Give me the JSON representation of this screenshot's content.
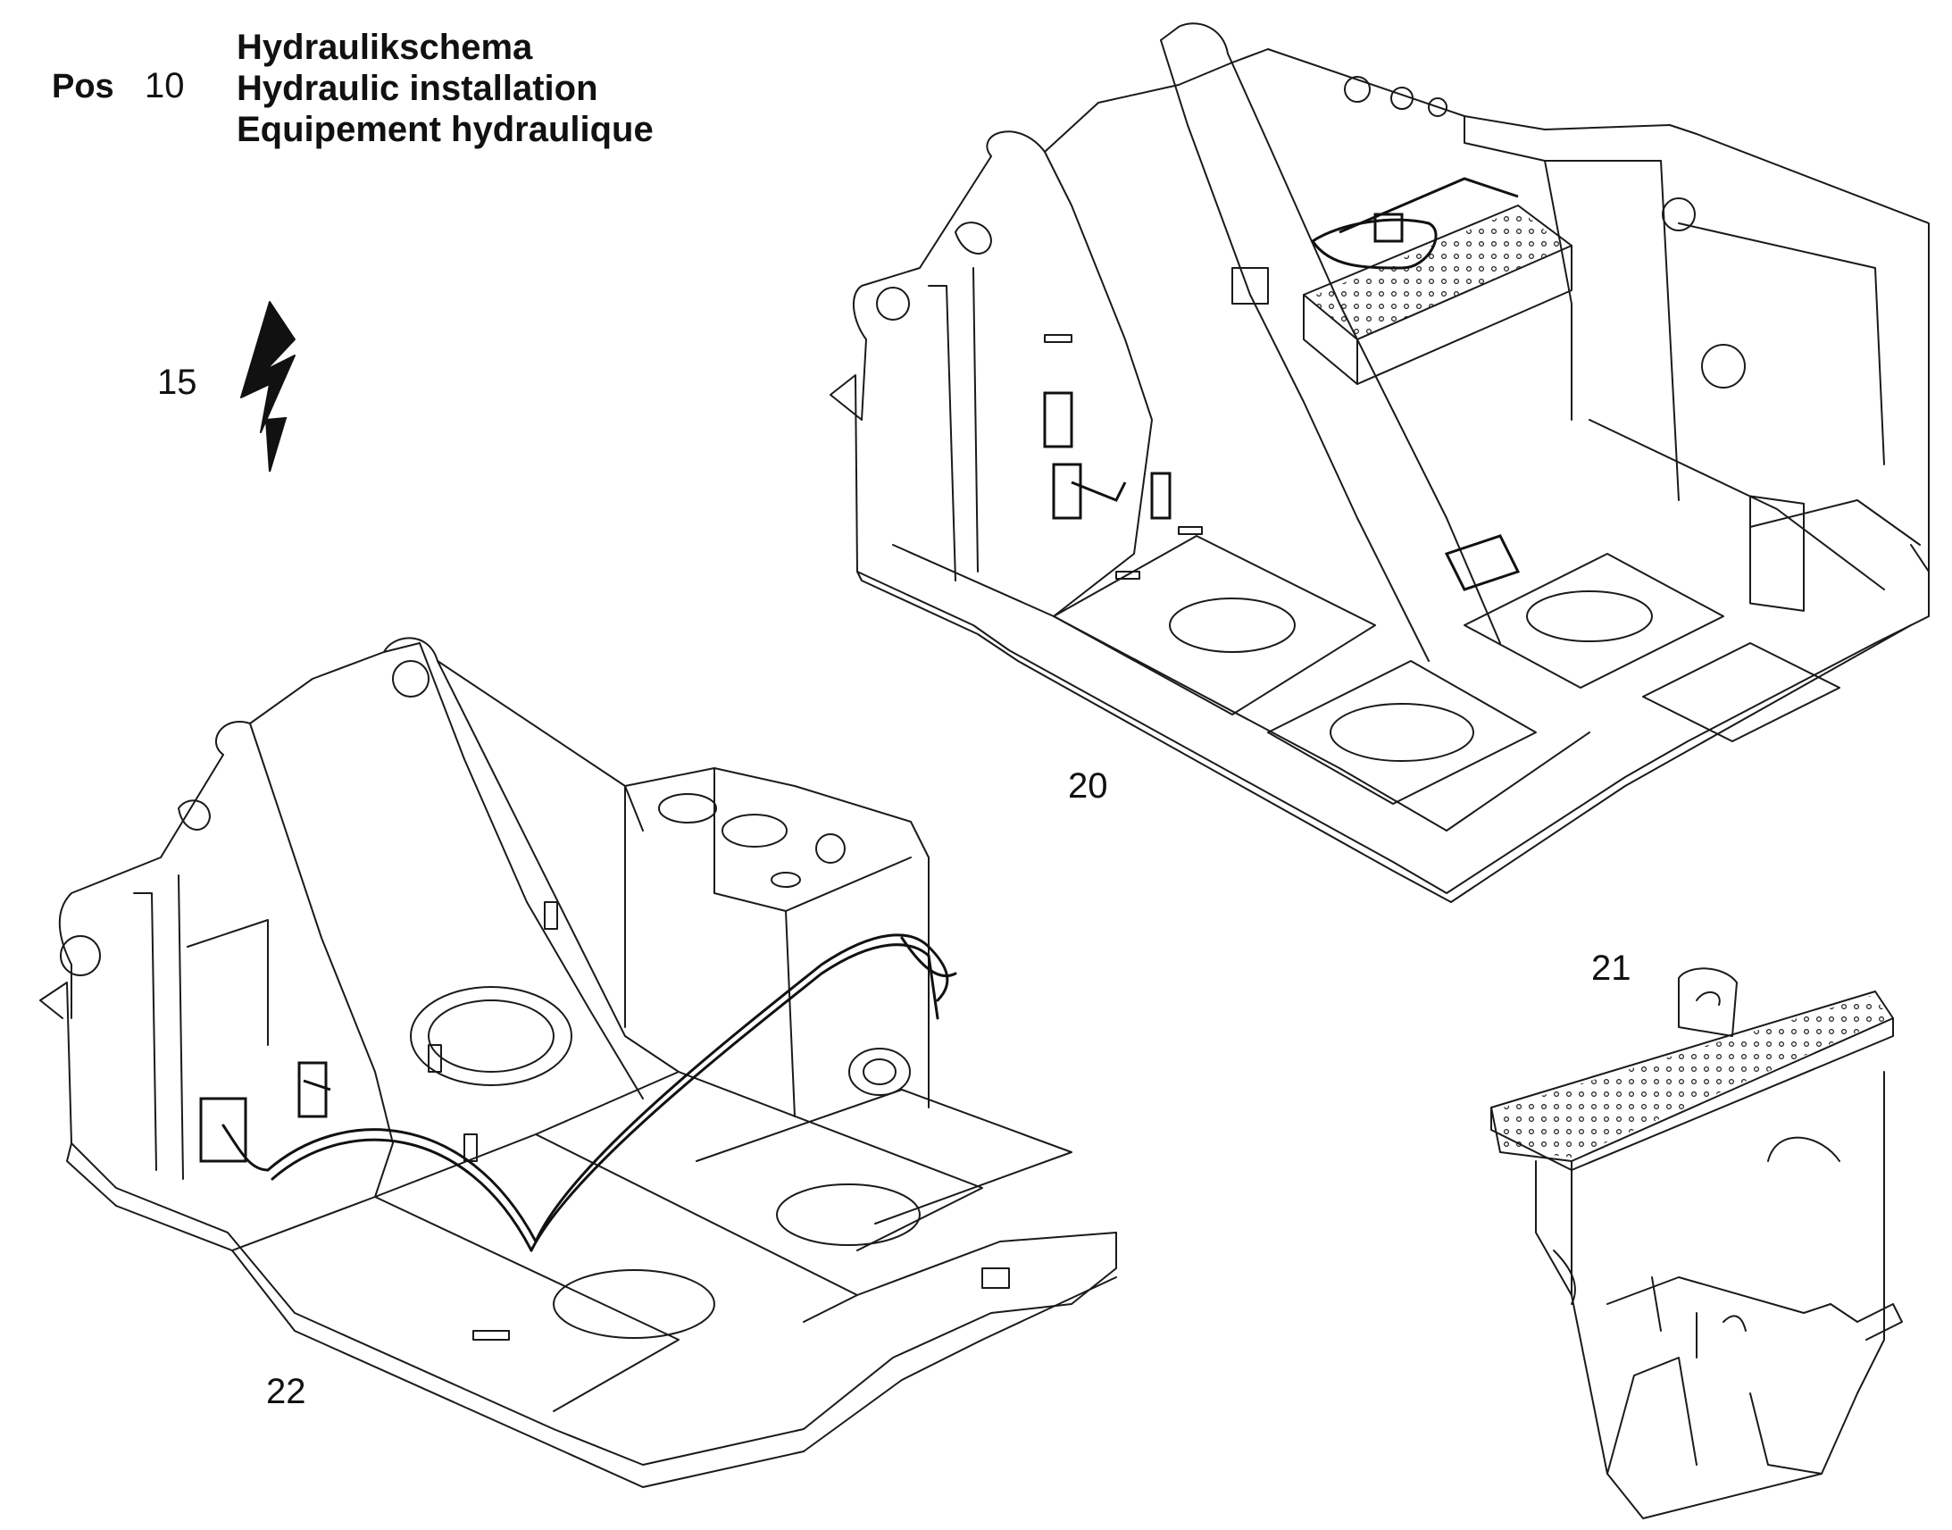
{
  "header": {
    "pos_label": "Pos",
    "pos_number": "10",
    "title_de": "Hydraulikschema",
    "title_en": "Hydraulic installation",
    "title_fr": "Equipement hydraulique"
  },
  "callouts": {
    "c15": "15",
    "c20": "20",
    "c21": "21",
    "c22": "22"
  },
  "icons": {
    "lightning": "lightning-bolt-icon"
  },
  "colors": {
    "line": "#1a1a1a",
    "background": "#ffffff"
  }
}
